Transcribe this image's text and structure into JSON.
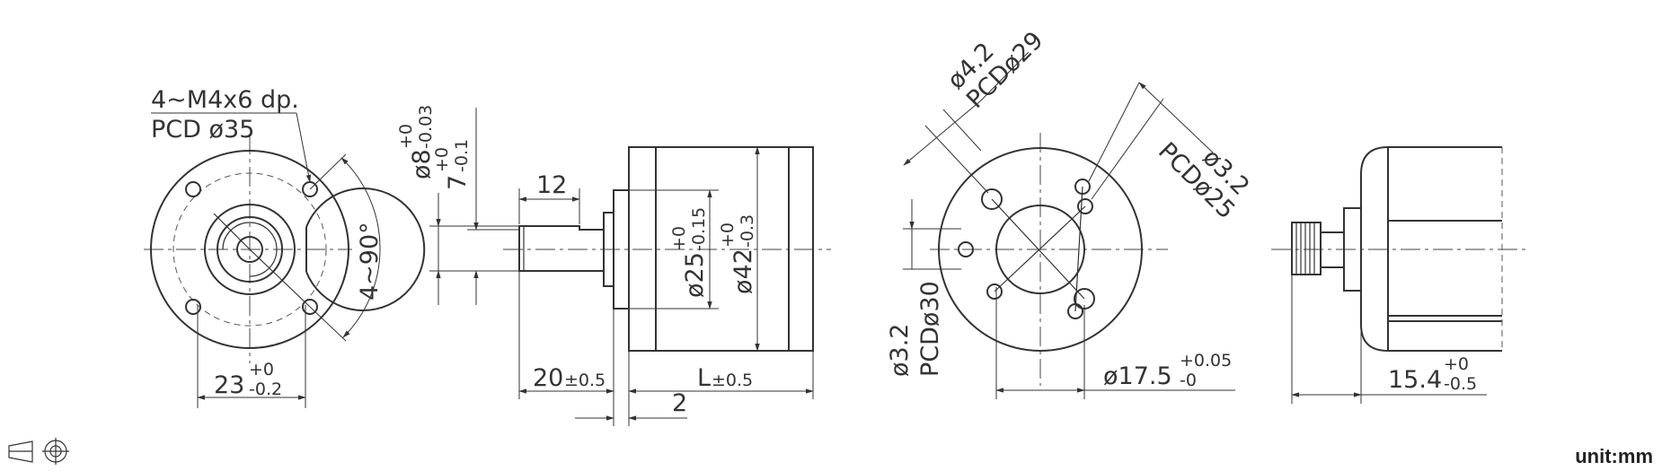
{
  "drawing": {
    "accent_color": "#333333",
    "unit": "unit:mm",
    "projection_symbol": "third-angle-projection-icon",
    "front_view": {
      "holes_callout": "4~M4x6 dp.",
      "pcd_callout": "PCD ø35",
      "angle": "4~90°",
      "width": "23",
      "width_upper": "+0",
      "width_lower": "-0.2"
    },
    "side_view": {
      "shaft_dia": "ø8",
      "shaft_dia_upper": "+0",
      "shaft_dia_lower": "-0.03",
      "flat": "7",
      "flat_upper": "+0",
      "flat_lower": "-0.1",
      "shaft_flat_len": "12",
      "pilot_dia": "ø25",
      "pilot_dia_upper": "+0",
      "pilot_dia_lower": "-0.15",
      "body_dia": "ø42",
      "body_dia_upper": "+0",
      "body_dia_lower": "-0.3",
      "shaft_len": "20",
      "shaft_len_tol": "±0.5",
      "body_len": "L",
      "body_len_tol": "±0.5",
      "pilot_len": "2"
    },
    "rear_view": {
      "hole_a": "ø4.2",
      "pcd_a": "PCDø29",
      "hole_b": "ø3.2",
      "pcd_b": "PCDø25",
      "hole_c": "ø3.2",
      "pcd_c": "PCDø30",
      "boss_dia": "ø17.5",
      "boss_upper": "+0.05",
      "boss_lower": "-0"
    },
    "encoder_view": {
      "length": "15.4",
      "length_upper": "+0",
      "length_lower": "-0.5"
    }
  }
}
